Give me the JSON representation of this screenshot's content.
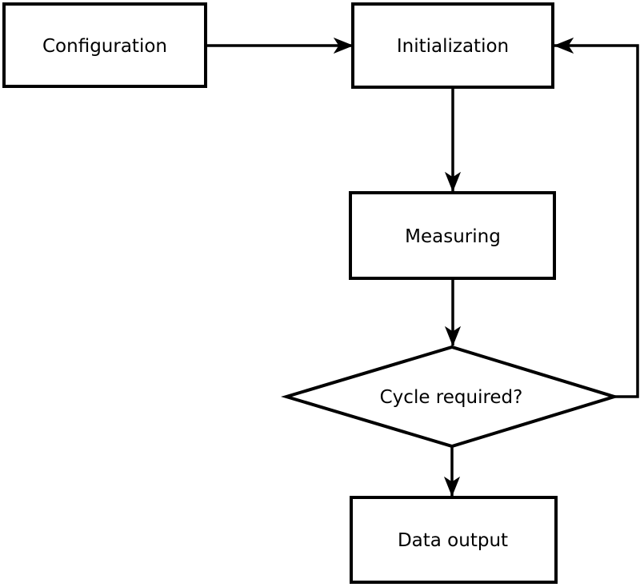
{
  "diagram": {
    "type": "flowchart",
    "colors": {
      "background": "#ffffff",
      "node_fill": "#ffffff",
      "stroke": "#000000",
      "text": "#000000"
    },
    "nodes": {
      "configuration": {
        "label": "Configuration",
        "shape": "rectangle"
      },
      "initialization": {
        "label": "Initialization",
        "shape": "rectangle"
      },
      "measuring": {
        "label": "Measuring",
        "shape": "rectangle"
      },
      "cycle_required": {
        "label": "Cycle required?",
        "shape": "diamond"
      },
      "data_output": {
        "label": "Data output",
        "shape": "rectangle"
      }
    },
    "edges": [
      {
        "from": "configuration",
        "to": "initialization",
        "direction": "right"
      },
      {
        "from": "initialization",
        "to": "measuring",
        "direction": "down"
      },
      {
        "from": "measuring",
        "to": "cycle_required",
        "direction": "down"
      },
      {
        "from": "cycle_required",
        "to": "data_output",
        "direction": "down"
      },
      {
        "from": "cycle_required",
        "to": "initialization",
        "direction": "loop-right-up"
      }
    ]
  }
}
